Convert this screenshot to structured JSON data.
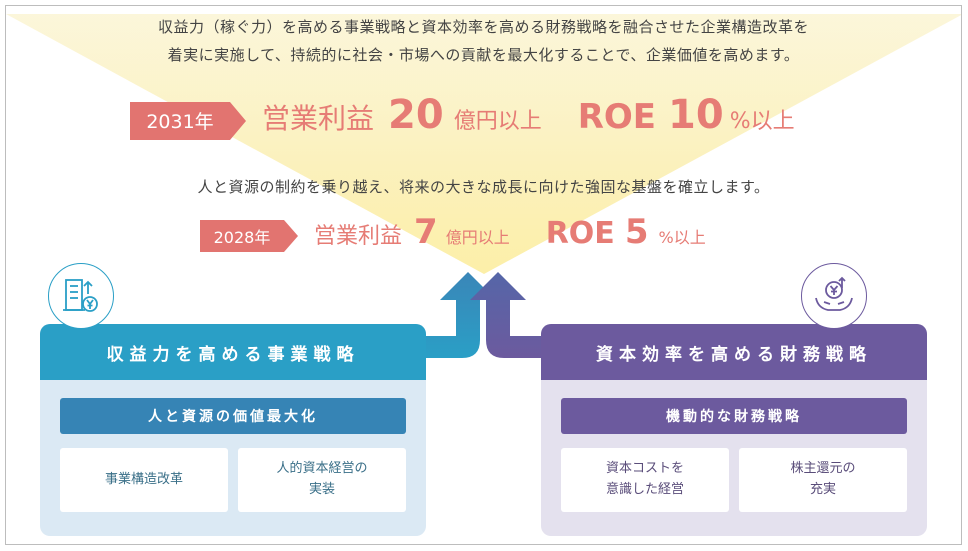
{
  "intro": {
    "line1": "収益力（稼ぐ力）を高める事業戦略と資本効率を高める財務戦略を融合させた企業構造改革を",
    "line2": "着実に実施して、持続的に社会・市場への貢献を最大化することで、企業価値を高めます。"
  },
  "target_2031": {
    "year": "2031年",
    "label1": "営業利益",
    "num1": "20",
    "unit1": "億円以上",
    "label2": "ROE",
    "num2": "10",
    "unit2": "%以上"
  },
  "middle_line": "人と資源の制約を乗り越え、将来の大きな成長に向けた強固な基盤を確立します。",
  "target_2028": {
    "year": "2028年",
    "label1": "営業利益",
    "num1": "7",
    "unit1": "億円以上",
    "label2": "ROE",
    "num2": "5",
    "unit2": "%以上"
  },
  "left_panel": {
    "title": "収益力を高める事業戦略",
    "subtitle": "人と資源の価値最大化",
    "cards": [
      "事業構造改革",
      "人的資本経営の\n実装"
    ]
  },
  "right_panel": {
    "title": "資本効率を高める財務戦略",
    "subtitle": "機動的な財務戦略",
    "cards": [
      "資本コストを\n意識した経営",
      "株主還元の\n充実"
    ]
  },
  "colors": {
    "accent_red": "#e27470",
    "teal": "#2a9fc6",
    "purple": "#6c5a9e",
    "funnel": "#fbf3c4"
  }
}
